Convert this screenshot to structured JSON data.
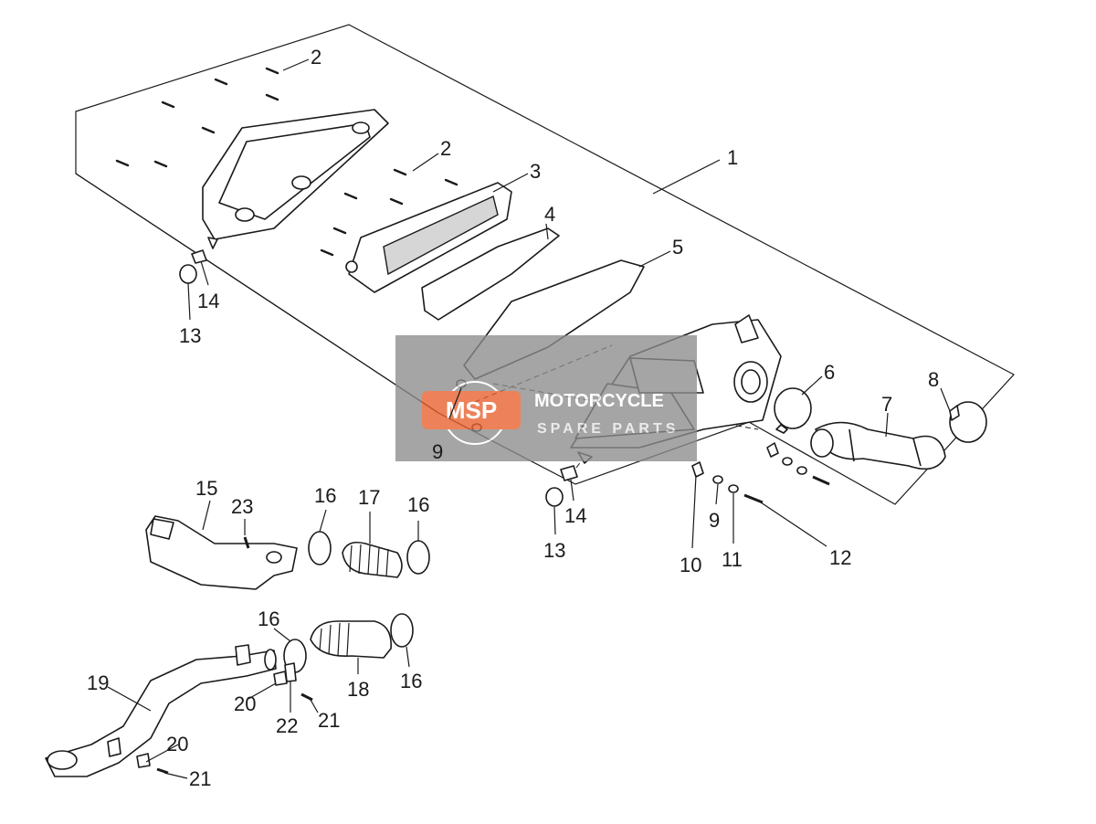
{
  "callouts": {
    "c1": "1",
    "c2a": "2",
    "c2b": "2",
    "c3": "3",
    "c4": "4",
    "c5": "5",
    "c6": "6",
    "c7": "7",
    "c8": "8",
    "c9a": "9",
    "c9b": "9",
    "c10": "10",
    "c11": "11",
    "c12": "12",
    "c13a": "13",
    "c13b": "13",
    "c14a": "14",
    "c14b": "14",
    "c15": "15",
    "c16a": "16",
    "c16b": "16",
    "c16c": "16",
    "c16d": "16",
    "c17": "17",
    "c18": "18",
    "c19": "19",
    "c20a": "20",
    "c20b": "20",
    "c21a": "21",
    "c21b": "21",
    "c22": "22",
    "c23": "23"
  },
  "watermark": {
    "logo": "MSP",
    "line1": "MOTORCYCLE",
    "line2": "SPARE PARTS"
  },
  "colors": {
    "ink": "#1a1a1a",
    "watermark_bg": "#8c8c8c",
    "watermark_logo": "#e8602c"
  }
}
